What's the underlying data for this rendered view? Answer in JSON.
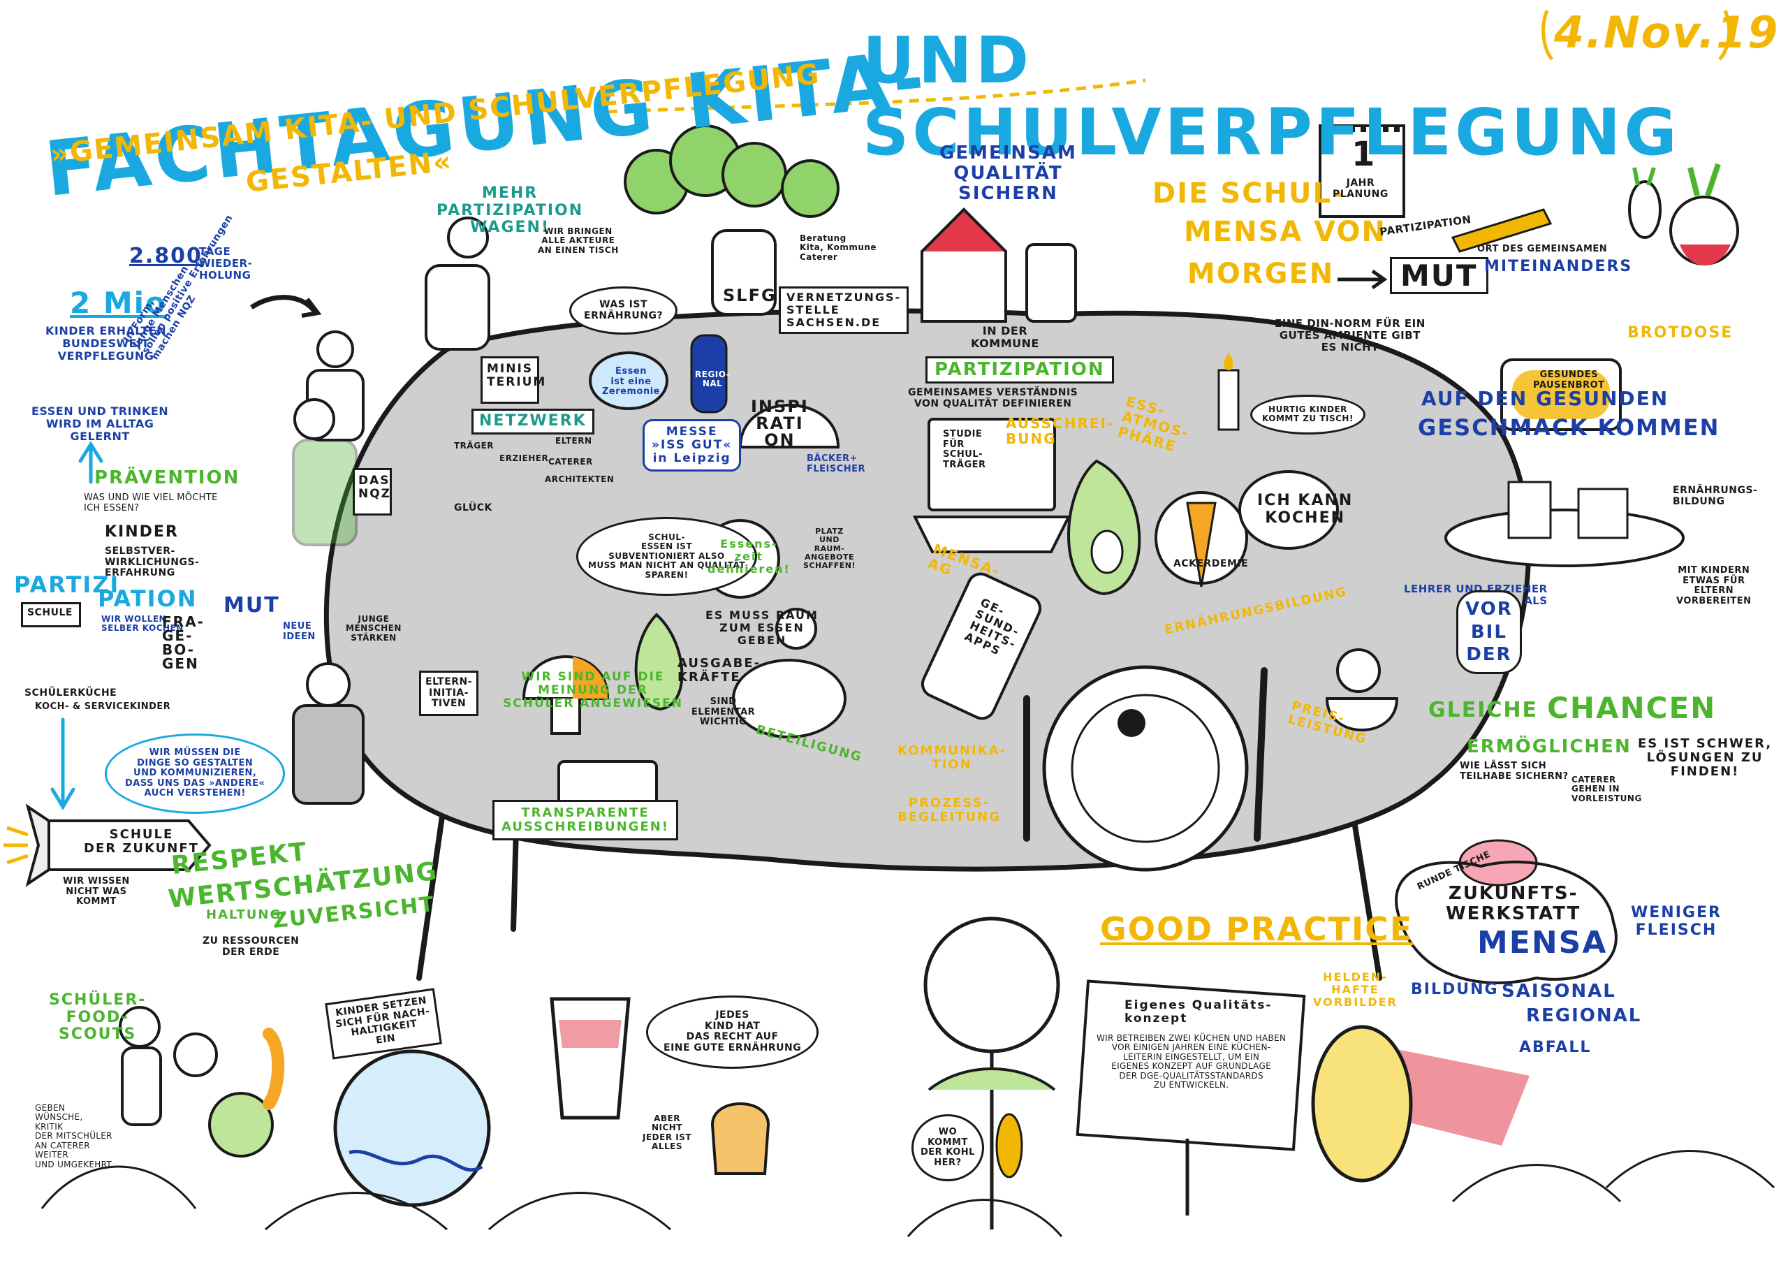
{
  "header": {
    "title_left": "FACHTAGUNG KITA-",
    "title_right": "UND SCHULVERPFLEGUNG",
    "date": "4.Nov.19",
    "subtitle_line1": "»GEMEINSAM KITA- UND SCHULVERPFLEGUNG",
    "subtitle_line2": "GESTALTEN«"
  },
  "left": {
    "days_number": "2.800",
    "days_label": "TAGE\nWIEDER-\nHOLUNG",
    "mio_number": "2 Mio",
    "mio_text": "KINDER ERHALTEN\nBUNDESWEIT\nVERPFLEGUNG",
    "essen_text": "ESSEN UND TRINKEN\nWIRD IM ALLTAG\nGELERNT",
    "nqz_note": "In Form,\nJunge Menschen\nsollen positive Erfahrungen\nmachen NQZ",
    "praevention": "PRÄVENTION",
    "praevention_note": "WAS UND WIE VIEL MÖCHTE\nICH ESSEN?",
    "kinder_label": "KINDER",
    "selbst_text": "SELBSTVER-\nWIRKLICHUNGS-\nERFAHRUNG",
    "partizi": "PARTIZI",
    "pation": "PATION",
    "schule_label": "SCHULE",
    "kochen_note": "WIR WOLLEN\nSELBER KOCHEN",
    "fragebogen": "FRA-\nGE-\nBO-\nGEN",
    "schuelerkueche": "SCHÜLERKÜCHE",
    "servicekinder": "KOCH- & SERVICEKINDER",
    "mut": "MUT",
    "neue_ideen": "NEUE\nIDEEN",
    "gestalten_note": "WIR MÜSSEN DIE\nDINGE SO GESTALTEN\nUND KOMMUNIZIEREN,\nDASS UNS DAS »ANDERE«\nAUCH VERSTEHEN!",
    "schule_zukunft": "SCHULE\nDER ZUKUNFT",
    "wissen_nicht": "WIR WISSEN\nNICHT WAS\nKOMMT",
    "respekt": "RESPEKT",
    "wertschaetzung": "WERTSCHÄTZUNG",
    "haltung": "HALTUNG",
    "zuversicht": "ZUVERSICHT",
    "ressourcen": "ZU RESSOURCEN\nDER ERDE"
  },
  "table_left": {
    "partizipation_wagen": "MEHR\nPARTIZIPATION\nWAGEN!",
    "ministerium": "MINIS\nTERIUM",
    "nqz": "DAS\nNQZ",
    "netzwerk": "NETZWERK",
    "netzwerk_items": [
      "TRÄGER",
      "ERZIEHER",
      "ELTERN",
      "CATERER",
      "ARCHITEKTEN"
    ],
    "essen_zeremonie": "Essen\nist eine\nZeremonie",
    "regional": "REGIO-\nNAL",
    "messe": "MESSE\n»ISS GUT«\nin Leipzig",
    "inspiration": "INSPI\nRATI\nON",
    "baecker": "BÄCKER+\nFLEISCHER",
    "ernaehrung_q": "WAS IST\nERNÄHRUNG?",
    "akteure": "WIR BRINGEN\nALLE AKTEURE\nAN EINEN TISCH",
    "beratung": "Beratung\nKita, Kommune\nCaterer",
    "slfg": "SLFG",
    "vernetzung": "VERNETZUNGS-\nSTELLE\nSACHSEN.DE",
    "schulessen": "SCHUL-\nESSEN IST\nSUBVENTIONIERT ALSO\nMUSS MAN NICHT AN QUALITÄT\nSPAREN!",
    "essenszeit": "Essens-\nzeit\ndehnieren!",
    "platz": "PLATZ\nUND\nRAUM-\nANGEBOTE\nSCHAFFEN!",
    "raum_essen": "ES MUSS RAUM\nZUM ESSEN\nGEBEN",
    "ausgabe": "AUSGABE-\nKRÄFTE",
    "elementar": "SIND\nELEMENTAR\nWICHTIG",
    "beteiligung": "BETEILIGUNG",
    "meinung": "WIR SIND AUF DIE\nMEINUNG DER\nSCHÜLER ANGEWIESEN",
    "elterninitiativen": "ELTERN-\nINITIA-\nTIVEN",
    "junge": "JUNGE\nMENSCHEN\nSTÄRKEN",
    "transparente": "TRANSPARENTE\nAUSSCHREIBUNGEN!",
    "glueck": "GLÜCK"
  },
  "table_right": {
    "gemeinsam": "GEMEINSAM\nQUALITÄT\nSICHERN",
    "kommune": "IN DER\nKOMMUNE",
    "partizipation": "PARTIZIPATION",
    "verstaendnis": "GEMEINSAMES VERSTÄNDNIS\nVON QUALITÄT DEFINIEREN",
    "studie": "STUDIE\nFÜR\nSCHUL-\nTRÄGER",
    "ausschreibung": "AUSSCHREI-\nBUNG",
    "ess_atmosphaere": "ESS-\nATMOS-\nPHÄRE",
    "hurtig": "HURTIG KINDER\nKOMMT ZU TISCH!",
    "mensa_ag": "MENSA-\nAG",
    "apps": "GE-\nSUND-\nHEITS-\nAPPS",
    "ackerdemie": "ACKERDEMIE",
    "ernaehrungsbildung": "ERNÄHRUNGSBILDUNG",
    "ich_kann_kochen": "ICH KANN\nKOCHEN",
    "kommunikation": "KOMMUNIKA-\nTION",
    "prozess": "PROZESS-\nBEGLEITUNG",
    "preis": "PREIS-\nLEISTUNG"
  },
  "right": {
    "schulmensa_1": "DIE SCHUL-",
    "schulmensa_2": "MENSA VON",
    "schulmensa_3": "MORGEN",
    "jahr_number": "1",
    "jahr_label": "JAHR\nPLANUNG",
    "partizipation_small": "PARTIZIPATION",
    "mut": "MUT",
    "ort": "ORT DES GEMEINSAMEN",
    "miteinanders": "MITEINANDERS",
    "din_norm": "EINE DIN-NORM FÜR EIN\nGUTES AMBIENTE GIBT\nES NICHT",
    "brotdose": "BROTDOSE",
    "pausenbrot": "GESUNDES\nPAUSENBROT",
    "geschmack_1": "AUF DEN GESUNDEN",
    "geschmack_2": "GESCHMACK KOMMEN",
    "ern_bildung": "ERNÄHRUNGS-\nBILDUNG",
    "mit_kindern": "MIT KINDERN\nETWAS FÜR\nELTERN\nVORBEREITEN",
    "lehrer": "LEHRER UND ERZIEHER\nALS",
    "vorbilder": "VOR\nBIL\nDER",
    "gleiche": "GLEICHE",
    "chancen": "CHANCEN",
    "ermoeglichen": "ERMÖGLICHEN",
    "schwer": "ES IST SCHWER,\nLÖSUNGEN ZU\nFINDEN!",
    "teilhabe": "WIE LÄSST SICH\nTEILHABE SICHERN?",
    "caterer_note": "CATERER\nGEHEN IN\nVORLEISTUNG",
    "runde": "RUNDE TISCHE",
    "zukunftswerkstatt": "ZUKUNFTS-\nWERKSTATT",
    "mensa": "MENSA",
    "weniger": "WENIGER\nFLEISCH",
    "bildung": "BILDUNG",
    "saisonal": "SAISONAL",
    "regional": "REGIONAL",
    "abfall": "ABFALL"
  },
  "bottom": {
    "foodscouts": "SCHÜLER-\nFOOD-\nSCOUTS",
    "wuensche": "GEBEN\nWÜNSCHE,\nKRITIK\nDER MITSCHÜLER\nAN CATERER\nWEITER\nUND UMGEKEHRT",
    "nachhaltigkeit": "KINDER SETZEN\nSICH FÜR NACH-\nHALTIGKEIT\nEIN",
    "recht": "JEDES\nKIND HAT\nDAS RECHT AUF\nEINE GUTE ERNÄHRUNG",
    "aber": "ABER\nNICHT\nJEDER IST\nALLES",
    "good_practice": "GOOD PRACTICE",
    "konzept_title": "Eigenes Qualitäts-\nkonzept",
    "konzept_text": "WIR BETREIBEN ZWEI KÜCHEN UND HABEN\nVOR EINIGEN JAHREN EINE KÜCHEN-\nLEITERIN EINGESTELLT, UM EIN\nEIGENES KONZEPT AUF GRUNDLAGE\nDER DGE-QUALITÄTSSTANDARDS\nZU ENTWICKELN.",
    "kohl": "WO\nKOMMT\nDER KOHL\nHER?",
    "helden": "HELDEN-\nHAFTE\nVORBILDER"
  },
  "colors": {
    "cyan": "#19a9e0",
    "blue": "#1b3fa6",
    "yellow": "#f2b705",
    "green": "#4cb52e",
    "table": "#cfcfcf"
  }
}
